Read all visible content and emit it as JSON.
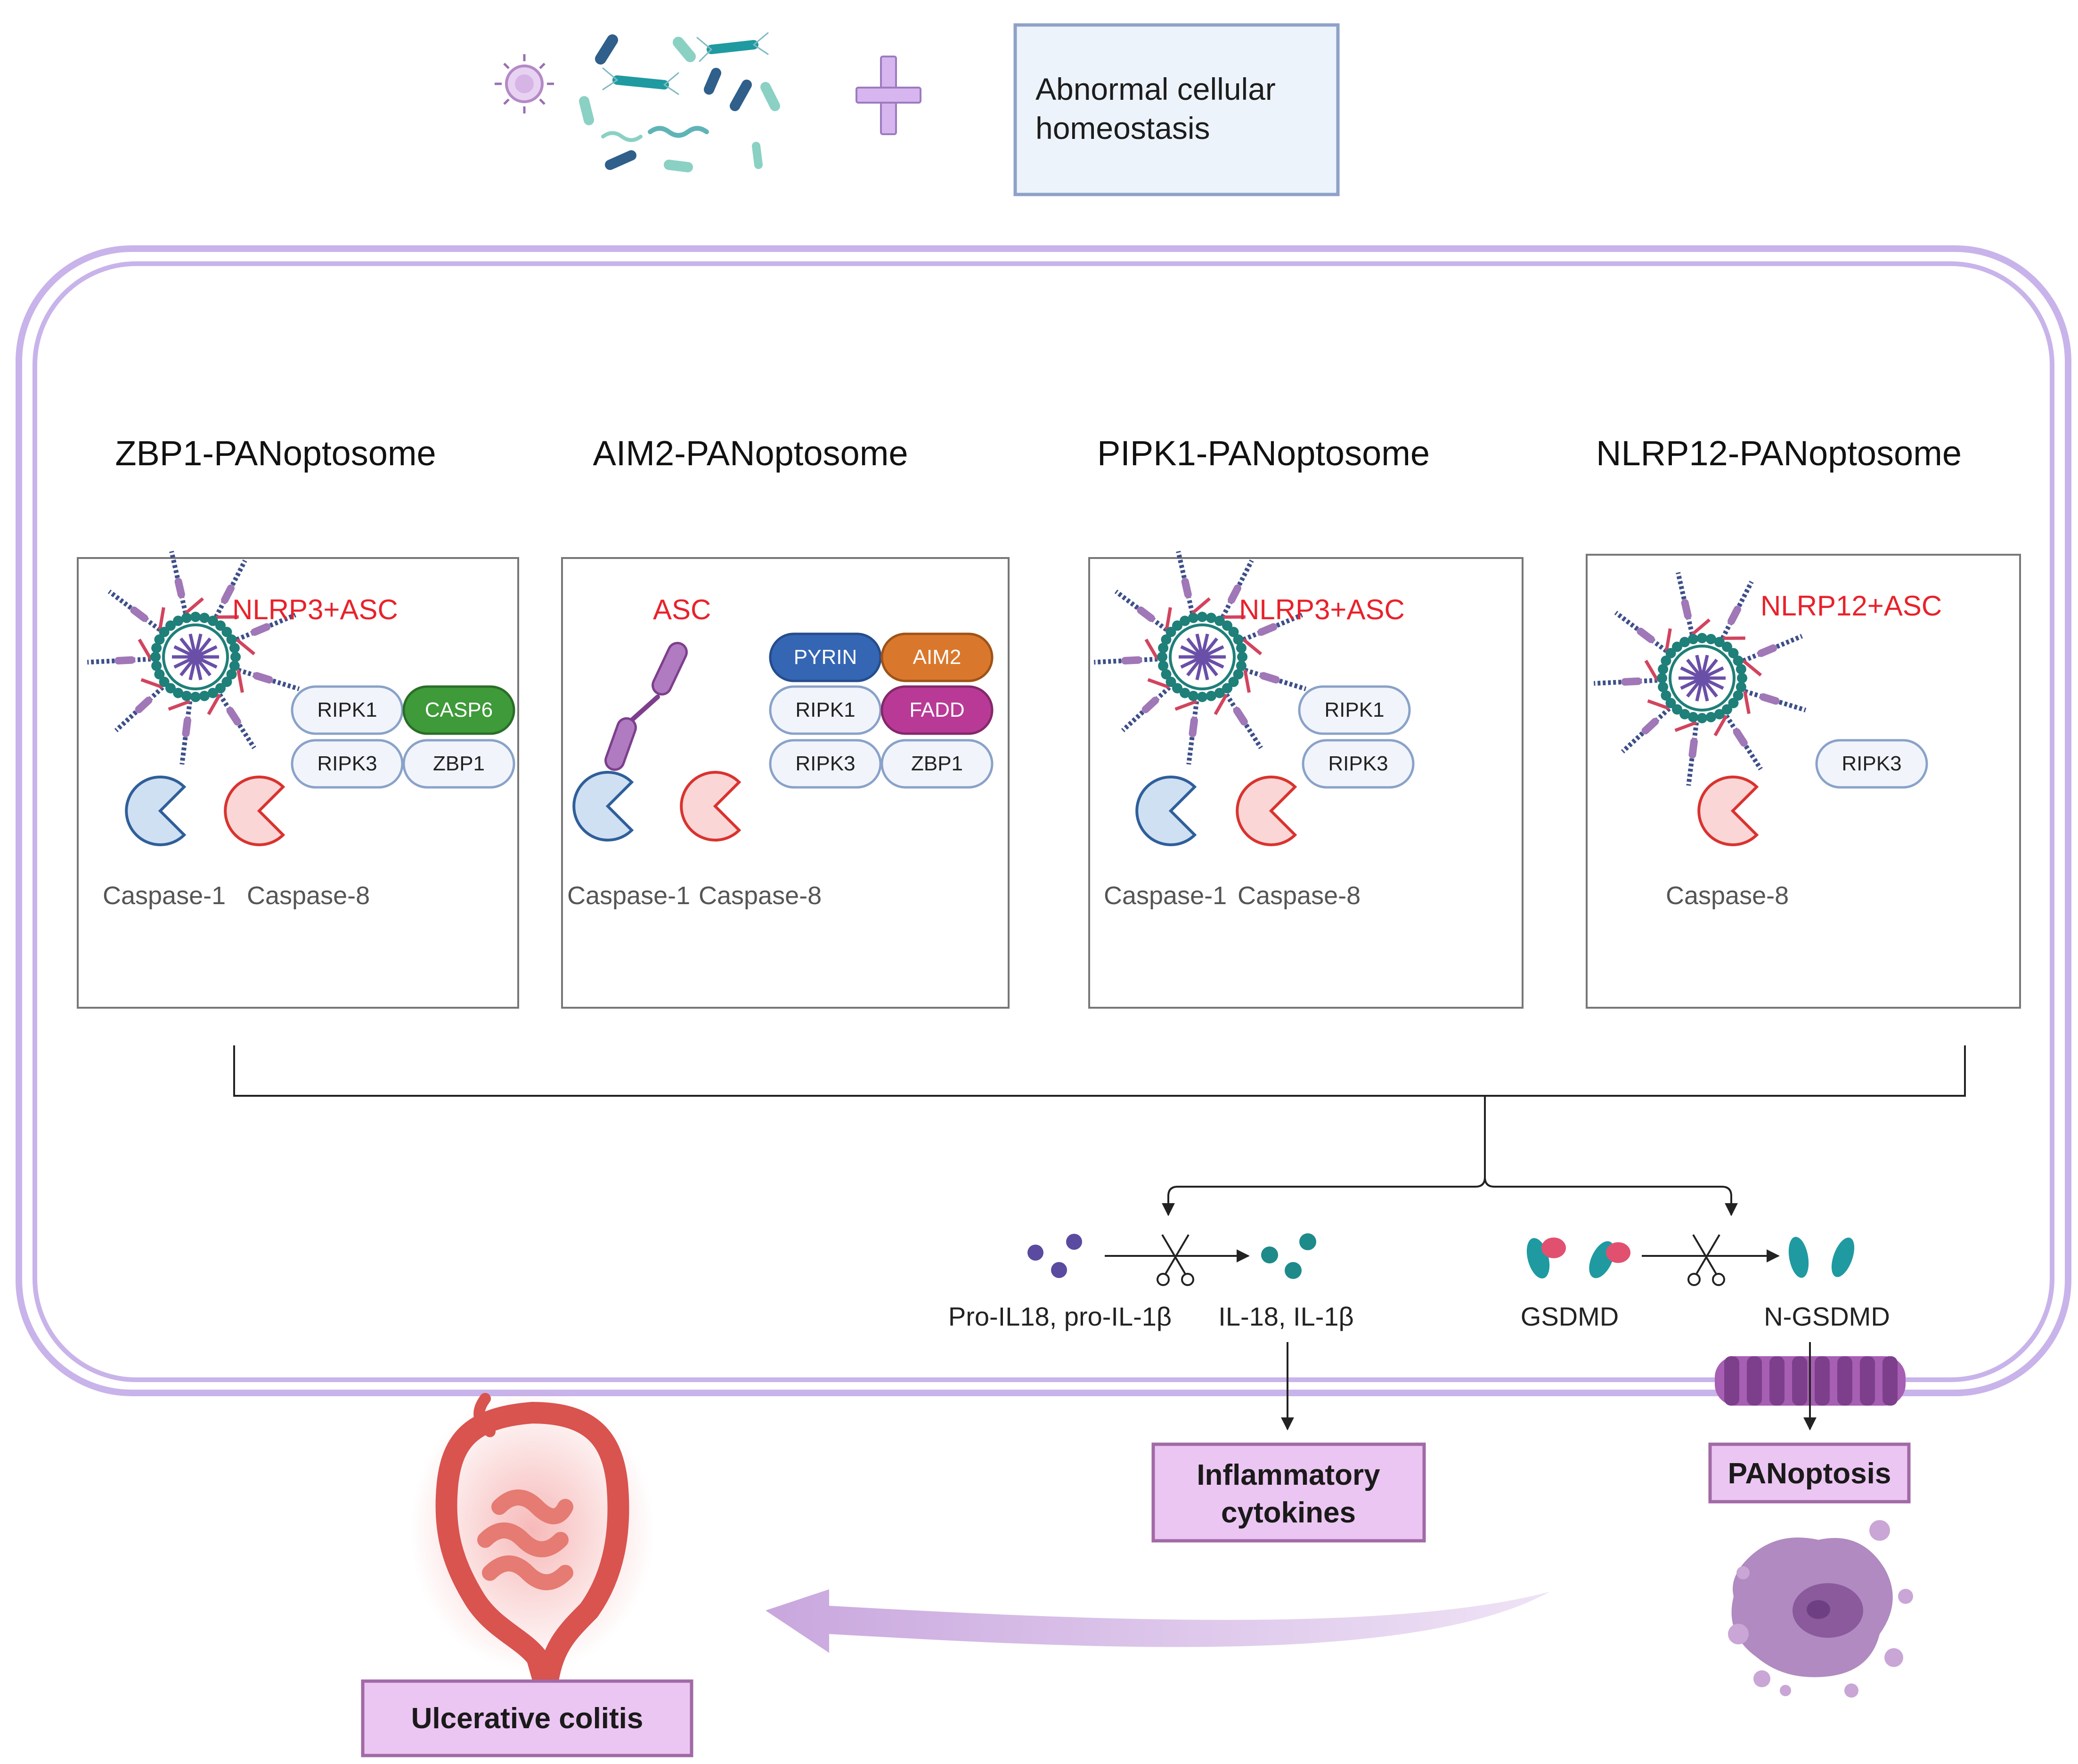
{
  "trigger": {
    "plus_symbol": "plus",
    "box_line1": "Abnormal cellular",
    "box_line2": "homeostasis"
  },
  "panels": [
    {
      "title": "ZBP1-PANoptosome",
      "complex_label": "NLRP3+ASC",
      "pills": [
        "RIPK1",
        "CASP6",
        "RIPK3",
        "ZBP1"
      ],
      "caspase_labels": [
        "Caspase-1",
        "Caspase-8"
      ]
    },
    {
      "title": "AIM2-PANoptosome",
      "complex_label": "ASC",
      "pills": [
        "PYRIN",
        "AIM2",
        "RIPK1",
        "FADD",
        "RIPK3",
        "ZBP1"
      ],
      "caspase_labels": [
        "Caspase-1",
        "Caspase-8"
      ]
    },
    {
      "title": "PIPK1-PANoptosome",
      "complex_label": "NLRP3+ASC",
      "pills": [
        "RIPK1",
        "RIPK3"
      ],
      "caspase_labels": [
        "Caspase-1",
        "Caspase-8"
      ]
    },
    {
      "title": "NLRP12-PANoptosome",
      "complex_label": "NLRP12+ASC",
      "pills": [
        "RIPK3"
      ],
      "caspase_labels": [
        "Caspase-8"
      ]
    }
  ],
  "cytokine_path": {
    "input_label": "Pro-IL18, pro-IL-1β",
    "output_label": "IL-18, IL-1β",
    "result": {
      "line1": "Inflammatory",
      "line2": "cytokines"
    }
  },
  "gsdmd_path": {
    "input_label": "GSDMD",
    "output_label": "N-GSDMD",
    "result": "PANoptosis"
  },
  "outcome": "Ulcerative colitis",
  "colors": {
    "complex_label": "#e8222b",
    "cell_border": "#c8b3ea",
    "result_fill": "#ecc6f2",
    "result_border": "#a16aa6",
    "pill_fill": "#f1f5fb",
    "pill_border": "#8aa2c9",
    "casp6": "#3f9a3a",
    "pyrin": "#3566b4",
    "aim2": "#d9782c",
    "fadd": "#b83a96",
    "caspase1": "#cfe0f3",
    "caspase8": "#fbd6d6"
  },
  "icons": [
    "virus-icon",
    "bacteria-icon",
    "scissors-icon",
    "colon-icon",
    "dying-cell-icon",
    "membrane-pore-icon"
  ]
}
